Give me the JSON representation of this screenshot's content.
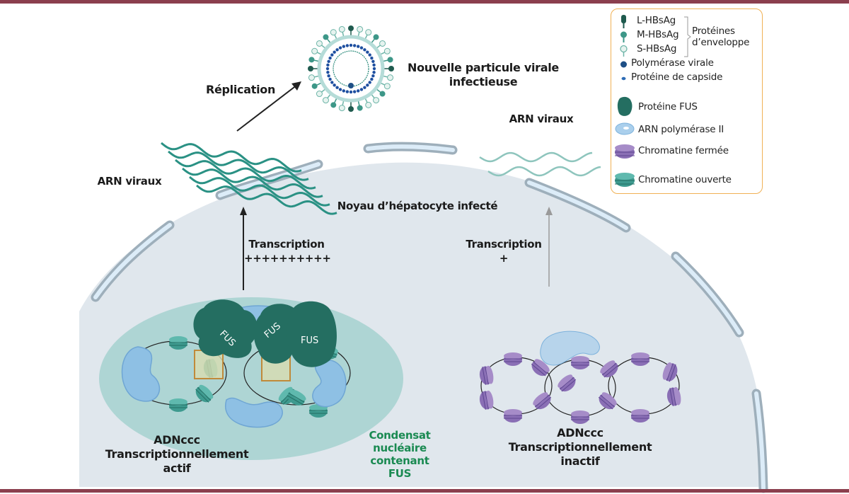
{
  "figure": {
    "top_labels": {
      "replication": "Réplication",
      "new_particle_line1": "Nouvelle particule virale",
      "new_particle_line2": "infectieuse",
      "viral_rna_left": "ARN viraux",
      "viral_rna_right": "ARN viraux",
      "nucleus": "Noyau d’hépatocyte infecté"
    },
    "left_branch": {
      "transcription": "Transcription",
      "level": "++++++++++",
      "fus_labels": [
        "FUS",
        "FUS",
        "FUS"
      ],
      "cccdna_line1": "ADNccc",
      "cccdna_line2": "Transcriptionnellement",
      "cccdna_line3": "actif",
      "condensate_line1": "Condensat",
      "condensate_line2": "nucléaire",
      "condensate_line3": "contenant",
      "condensate_line4": "FUS"
    },
    "right_branch": {
      "transcription": "Transcription",
      "level": "+",
      "cccdna_line1": "ADNccc",
      "cccdna_line2": "Transcriptionnellement",
      "cccdna_line3": "inactif"
    },
    "legend": {
      "envelope_group_line1": "Protéines",
      "envelope_group_line2": "d’enveloppe",
      "items": [
        {
          "icon": "l-hbsag-icon",
          "label": "L-HBsAg"
        },
        {
          "icon": "m-hbsag-icon",
          "label": "M-HBsAg"
        },
        {
          "icon": "s-hbsag-icon",
          "label": "S-HBsAg"
        },
        {
          "icon": "viral-polymerase-icon",
          "label": "Polymérase virale"
        },
        {
          "icon": "capsid-protein-icon",
          "label": "Protéine de capside"
        },
        {
          "icon": "fus-protein-icon",
          "label": "Protéine FUS"
        },
        {
          "icon": "rna-polymerase-ii-icon",
          "label": "ARN polymérase II"
        },
        {
          "icon": "closed-chromatin-icon",
          "label": "Chromatine fermée"
        },
        {
          "icon": "open-chromatin-icon",
          "label": "Chromatine ouverte"
        }
      ]
    },
    "colors": {
      "frame": "#8b3f4e",
      "nucleus_fill": "#e0e7ed",
      "envelope_stroke": "#9eafbb",
      "envelope_fill": "#dcecf8",
      "rna_active": "#2a9184",
      "rna_inactive": "#8ec5bd",
      "fus": "#246e61",
      "condensate": "#a9d3d0",
      "pol2": "#8ec0e4",
      "closed_chromatin": "#8a6fb5",
      "open_chromatin": "#4dafa5",
      "condensate_text": "#1a8a52",
      "legend_border": "#f0b155",
      "capsid": "#1e4fa0"
    }
  }
}
